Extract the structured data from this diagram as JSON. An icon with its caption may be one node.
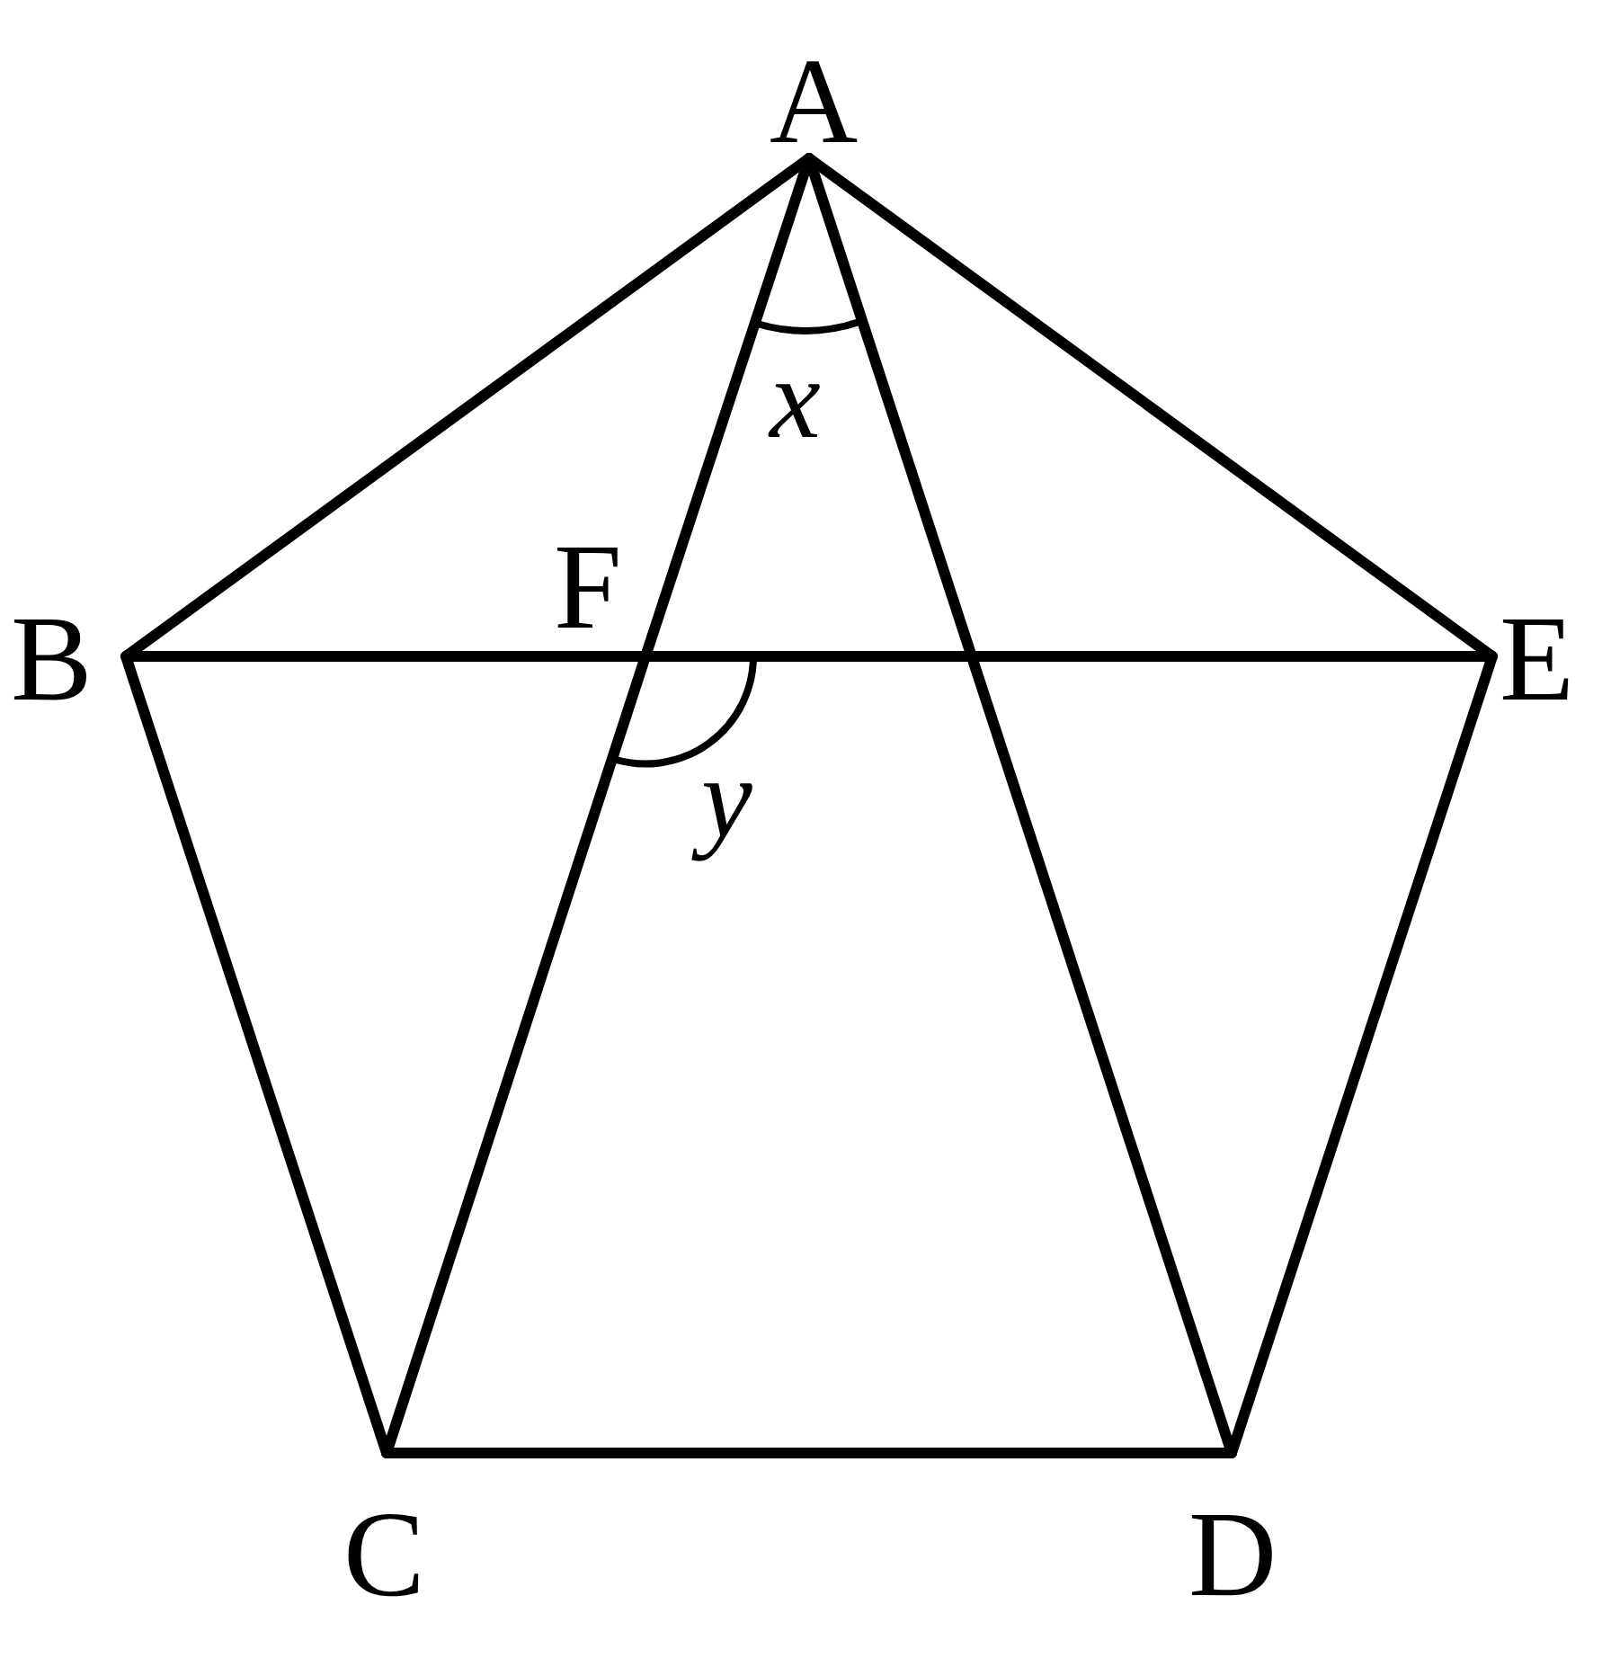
{
  "diagram": {
    "nodes": [
      {
        "text": [
          "A"
        ]
      },
      {
        "text": [
          "B"
        ]
      },
      {
        "text": [
          "C"
        ]
      },
      {
        "text": [
          "D"
        ]
      },
      {
        "text": [
          "E"
        ]
      },
      {
        "text": [
          "F"
        ]
      }
    ],
    "edges": [
      {
        "from": 0,
        "to": 1,
        "arrow": "none"
      },
      {
        "from": 1,
        "to": 2,
        "arrow": "none"
      },
      {
        "from": 2,
        "to": 3,
        "arrow": "none"
      },
      {
        "from": 3,
        "to": 4,
        "arrow": "none"
      },
      {
        "from": 4,
        "to": 0,
        "arrow": "none"
      },
      {
        "from": 0,
        "to": 5,
        "arrow": "none"
      },
      {
        "from": 5,
        "to": 2,
        "arrow": "none"
      },
      {
        "from": 0,
        "to": 3,
        "arrow": "none"
      },
      {
        "from": 1,
        "to": 5,
        "arrow": "none"
      },
      {
        "from": 5,
        "to": 4,
        "arrow": "none"
      }
    ],
    "labels": [
      "x",
      "y"
    ]
  }
}
